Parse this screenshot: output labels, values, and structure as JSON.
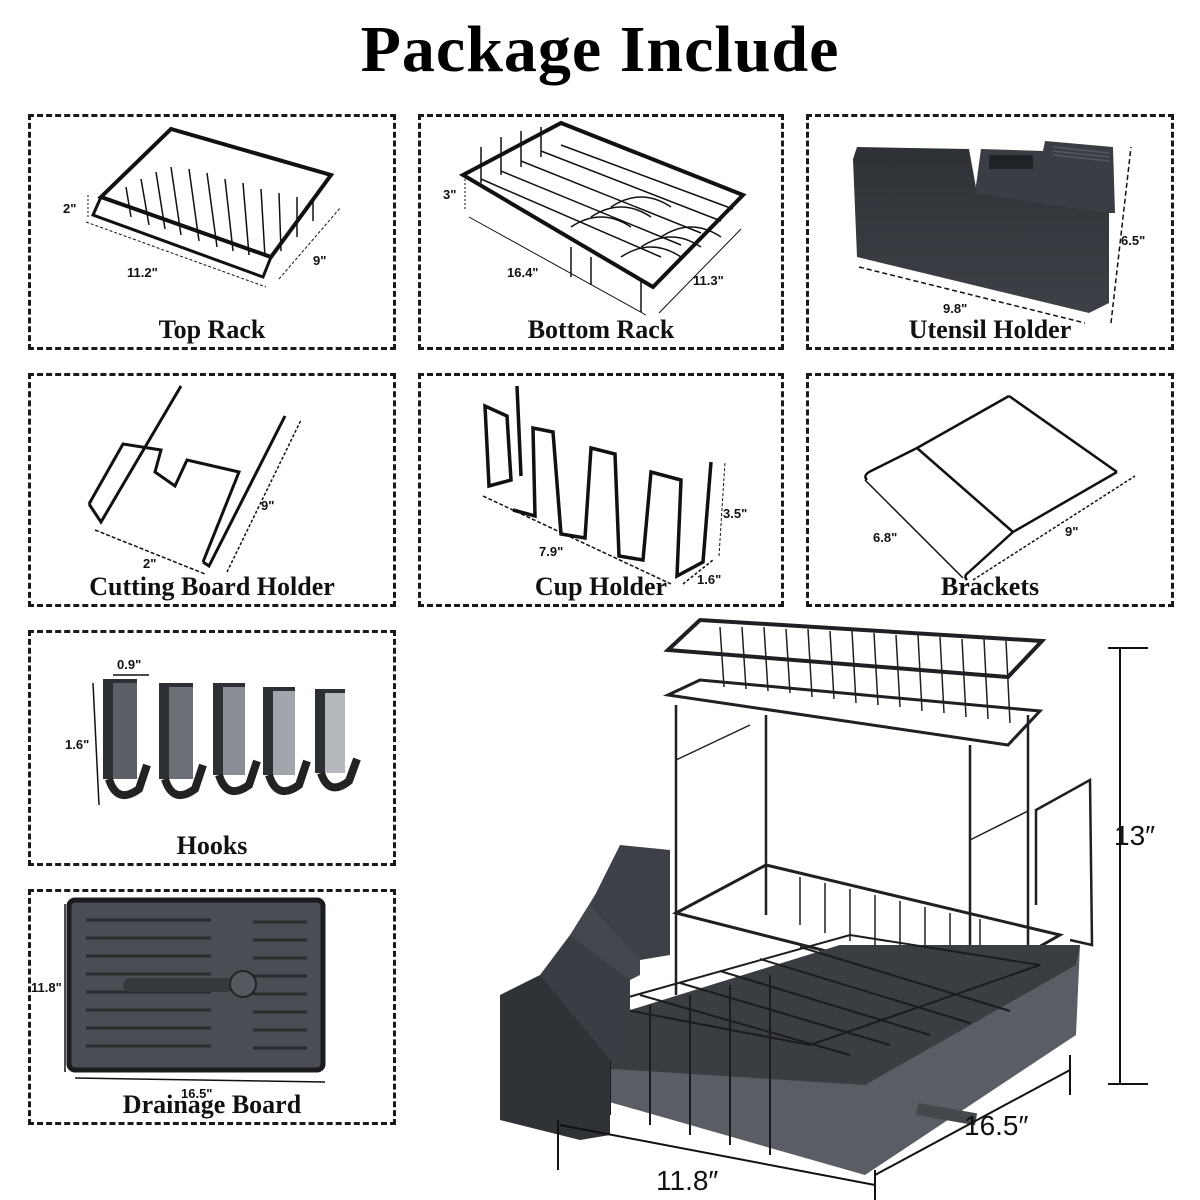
{
  "title": "Package Include",
  "panels": [
    {
      "caption": "Top Rack",
      "dims": {
        "height": "2\"",
        "length": "11.2\"",
        "width": "9\""
      }
    },
    {
      "caption": "Bottom Rack",
      "dims": {
        "height": "3\"",
        "length": "16.4\"",
        "width": "11.3\""
      }
    },
    {
      "caption": "Utensil Holder",
      "dims": {
        "length": "9.8\"",
        "height": "6.5\""
      }
    },
    {
      "caption": "Cutting Board Holder",
      "dims": {
        "width": "2\"",
        "length": "9\""
      }
    },
    {
      "caption": "Cup Holder",
      "dims": {
        "length": "7.9\"",
        "height": "3.5\"",
        "depth": "1.6\""
      }
    },
    {
      "caption": "Brackets",
      "dims": {
        "width": "6.8\"",
        "length": "9\""
      }
    },
    {
      "caption": "Hooks",
      "dims": {
        "width": "0.9\"",
        "height": "1.6\""
      }
    },
    {
      "caption": "Drainage Board",
      "dims": {
        "height": "11.8\"",
        "length": "16.5\""
      }
    }
  ],
  "assembled": {
    "height": "13″",
    "depth": "16.5″",
    "width": "11.8″"
  },
  "colors": {
    "border": "#1a1a1a",
    "product_dark": "#3a3d42",
    "product_mid": "#5a5e64",
    "background": "#ffffff"
  }
}
